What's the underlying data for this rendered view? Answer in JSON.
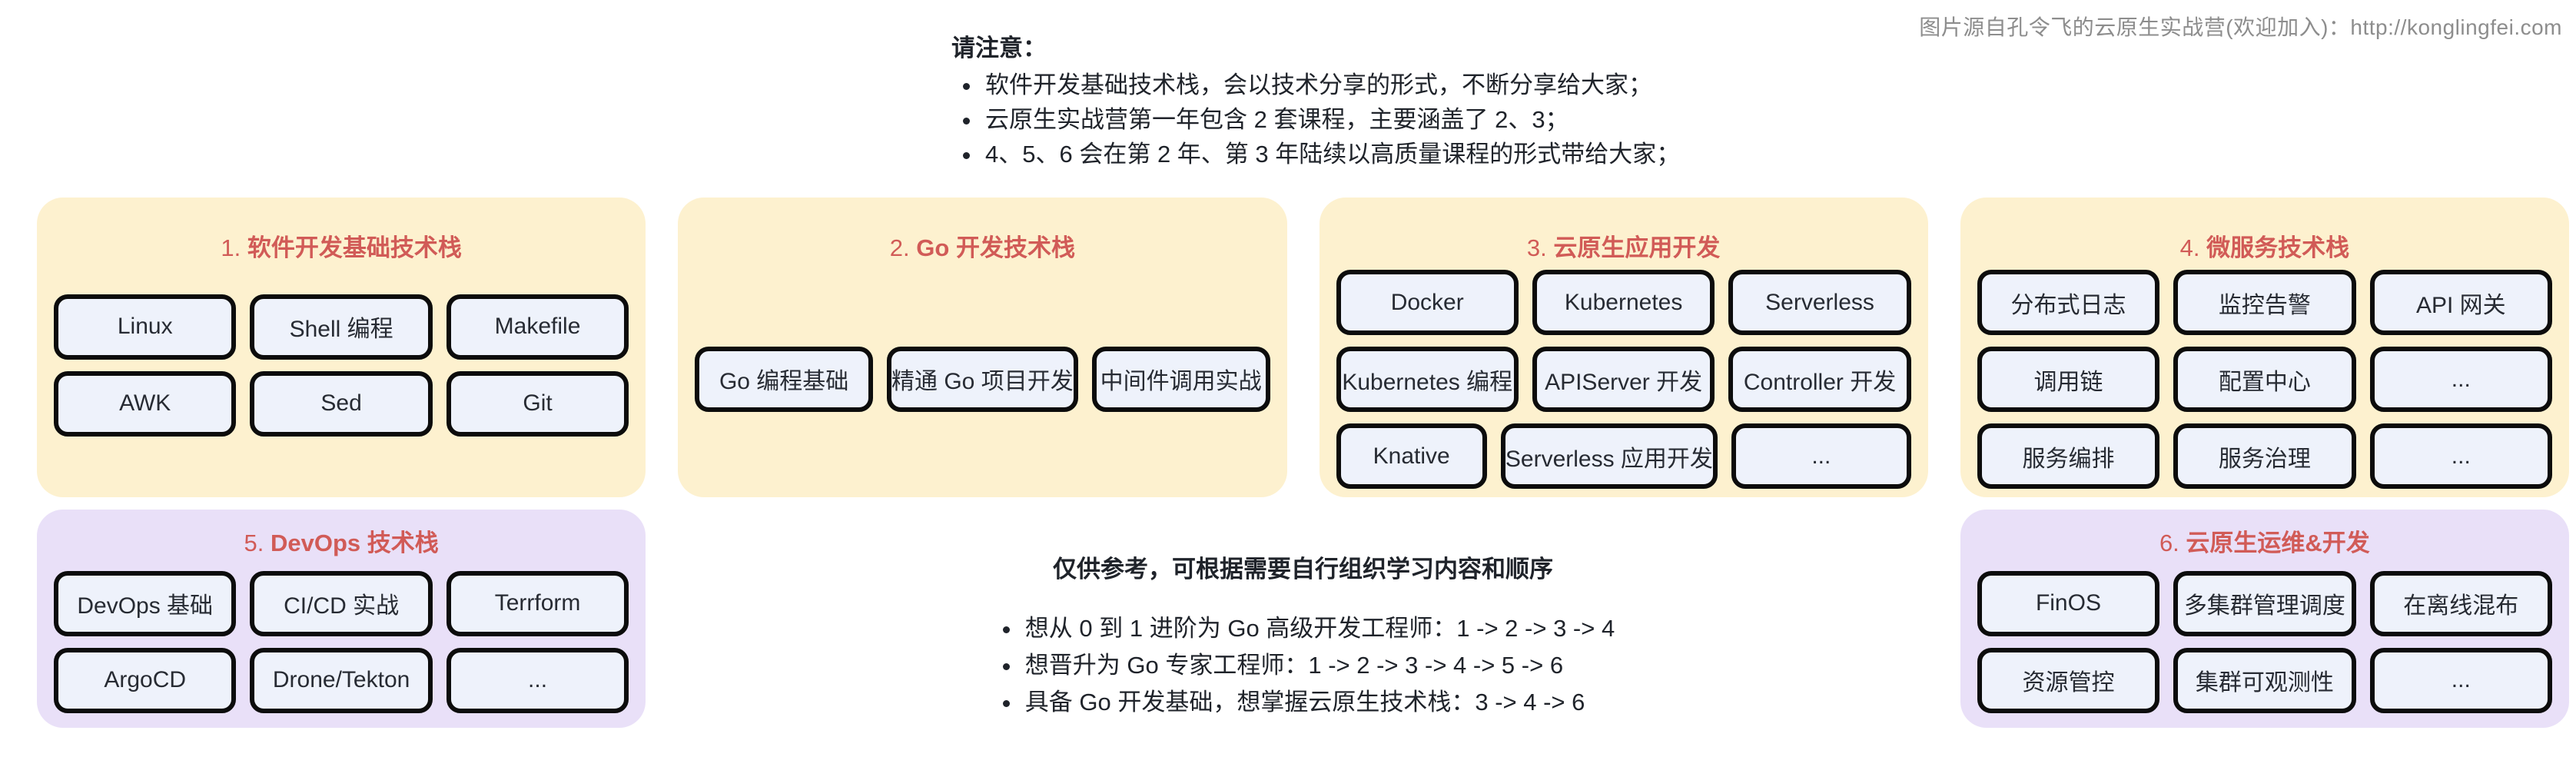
{
  "credit": "图片源自孔令飞的云原生实战营(欢迎加入)：http://konglingfei.com",
  "notes": {
    "title": "请注意：",
    "bullets": [
      "软件开发基础技术栈，会以技术分享的形式，不断分享给大家；",
      "云原生实战营第一年包含 2 套课程，主要涵盖了 2、3；",
      "4、5、6 会在第 2 年、第 3 年陆续以高质量课程的形式带给大家；"
    ]
  },
  "guide": {
    "title": "仅供参考，可根据需要自行组织学习内容和顺序",
    "bullets": [
      "想从 0 到 1 进阶为 Go 高级开发工程师：1 -> 2 -> 3 -> 4",
      "想晋升为 Go 专家工程师：1 -> 2 -> 3 -> 4 -> 5 -> 6",
      "具备 Go 开发基础，想掌握云原生技术栈：3 -> 4 -> 6"
    ]
  },
  "cards": [
    {
      "num": "1.",
      "title": "软件开发基础技术栈",
      "items": [
        "Linux",
        "Shell 编程",
        "Makefile",
        "AWK",
        "Sed",
        "Git"
      ]
    },
    {
      "num": "2.",
      "title": "Go 开发技术栈",
      "items": [
        "Go 编程基础",
        "精通 Go 项目开发",
        "中间件调用实战"
      ]
    },
    {
      "num": "3.",
      "title": "云原生应用开发",
      "items": [
        "Docker",
        "Kubernetes",
        "Serverless",
        "Kubernetes 编程",
        "APIServer 开发",
        "Controller 开发",
        "Knative",
        "Serverless 应用开发",
        "..."
      ]
    },
    {
      "num": "4.",
      "title": "微服务技术栈",
      "items": [
        "分布式日志",
        "监控告警",
        "API 网关",
        "调用链",
        "配置中心",
        "...",
        "服务编排",
        "服务治理",
        "..."
      ]
    },
    {
      "num": "5.",
      "title": "DevOps 技术栈",
      "items": [
        "DevOps 基础",
        "CI/CD 实战",
        "Terrform",
        "ArgoCD",
        "Drone/Tekton",
        "..."
      ]
    },
    {
      "num": "6.",
      "title": "云原生运维&开发",
      "items": [
        "FinOS",
        "多集群管理调度",
        "在离线混布",
        "资源管控",
        "集群可观测性",
        "..."
      ]
    }
  ],
  "colors": {
    "card_yellow": "#fdf1cf",
    "card_purple": "#e9e0f8",
    "item_bg": "#eef2fb",
    "item_border": "#0c0c0c",
    "title_red": "#d15b57",
    "text_dark": "#1f232a",
    "credit_gray": "#8d8d8d"
  }
}
